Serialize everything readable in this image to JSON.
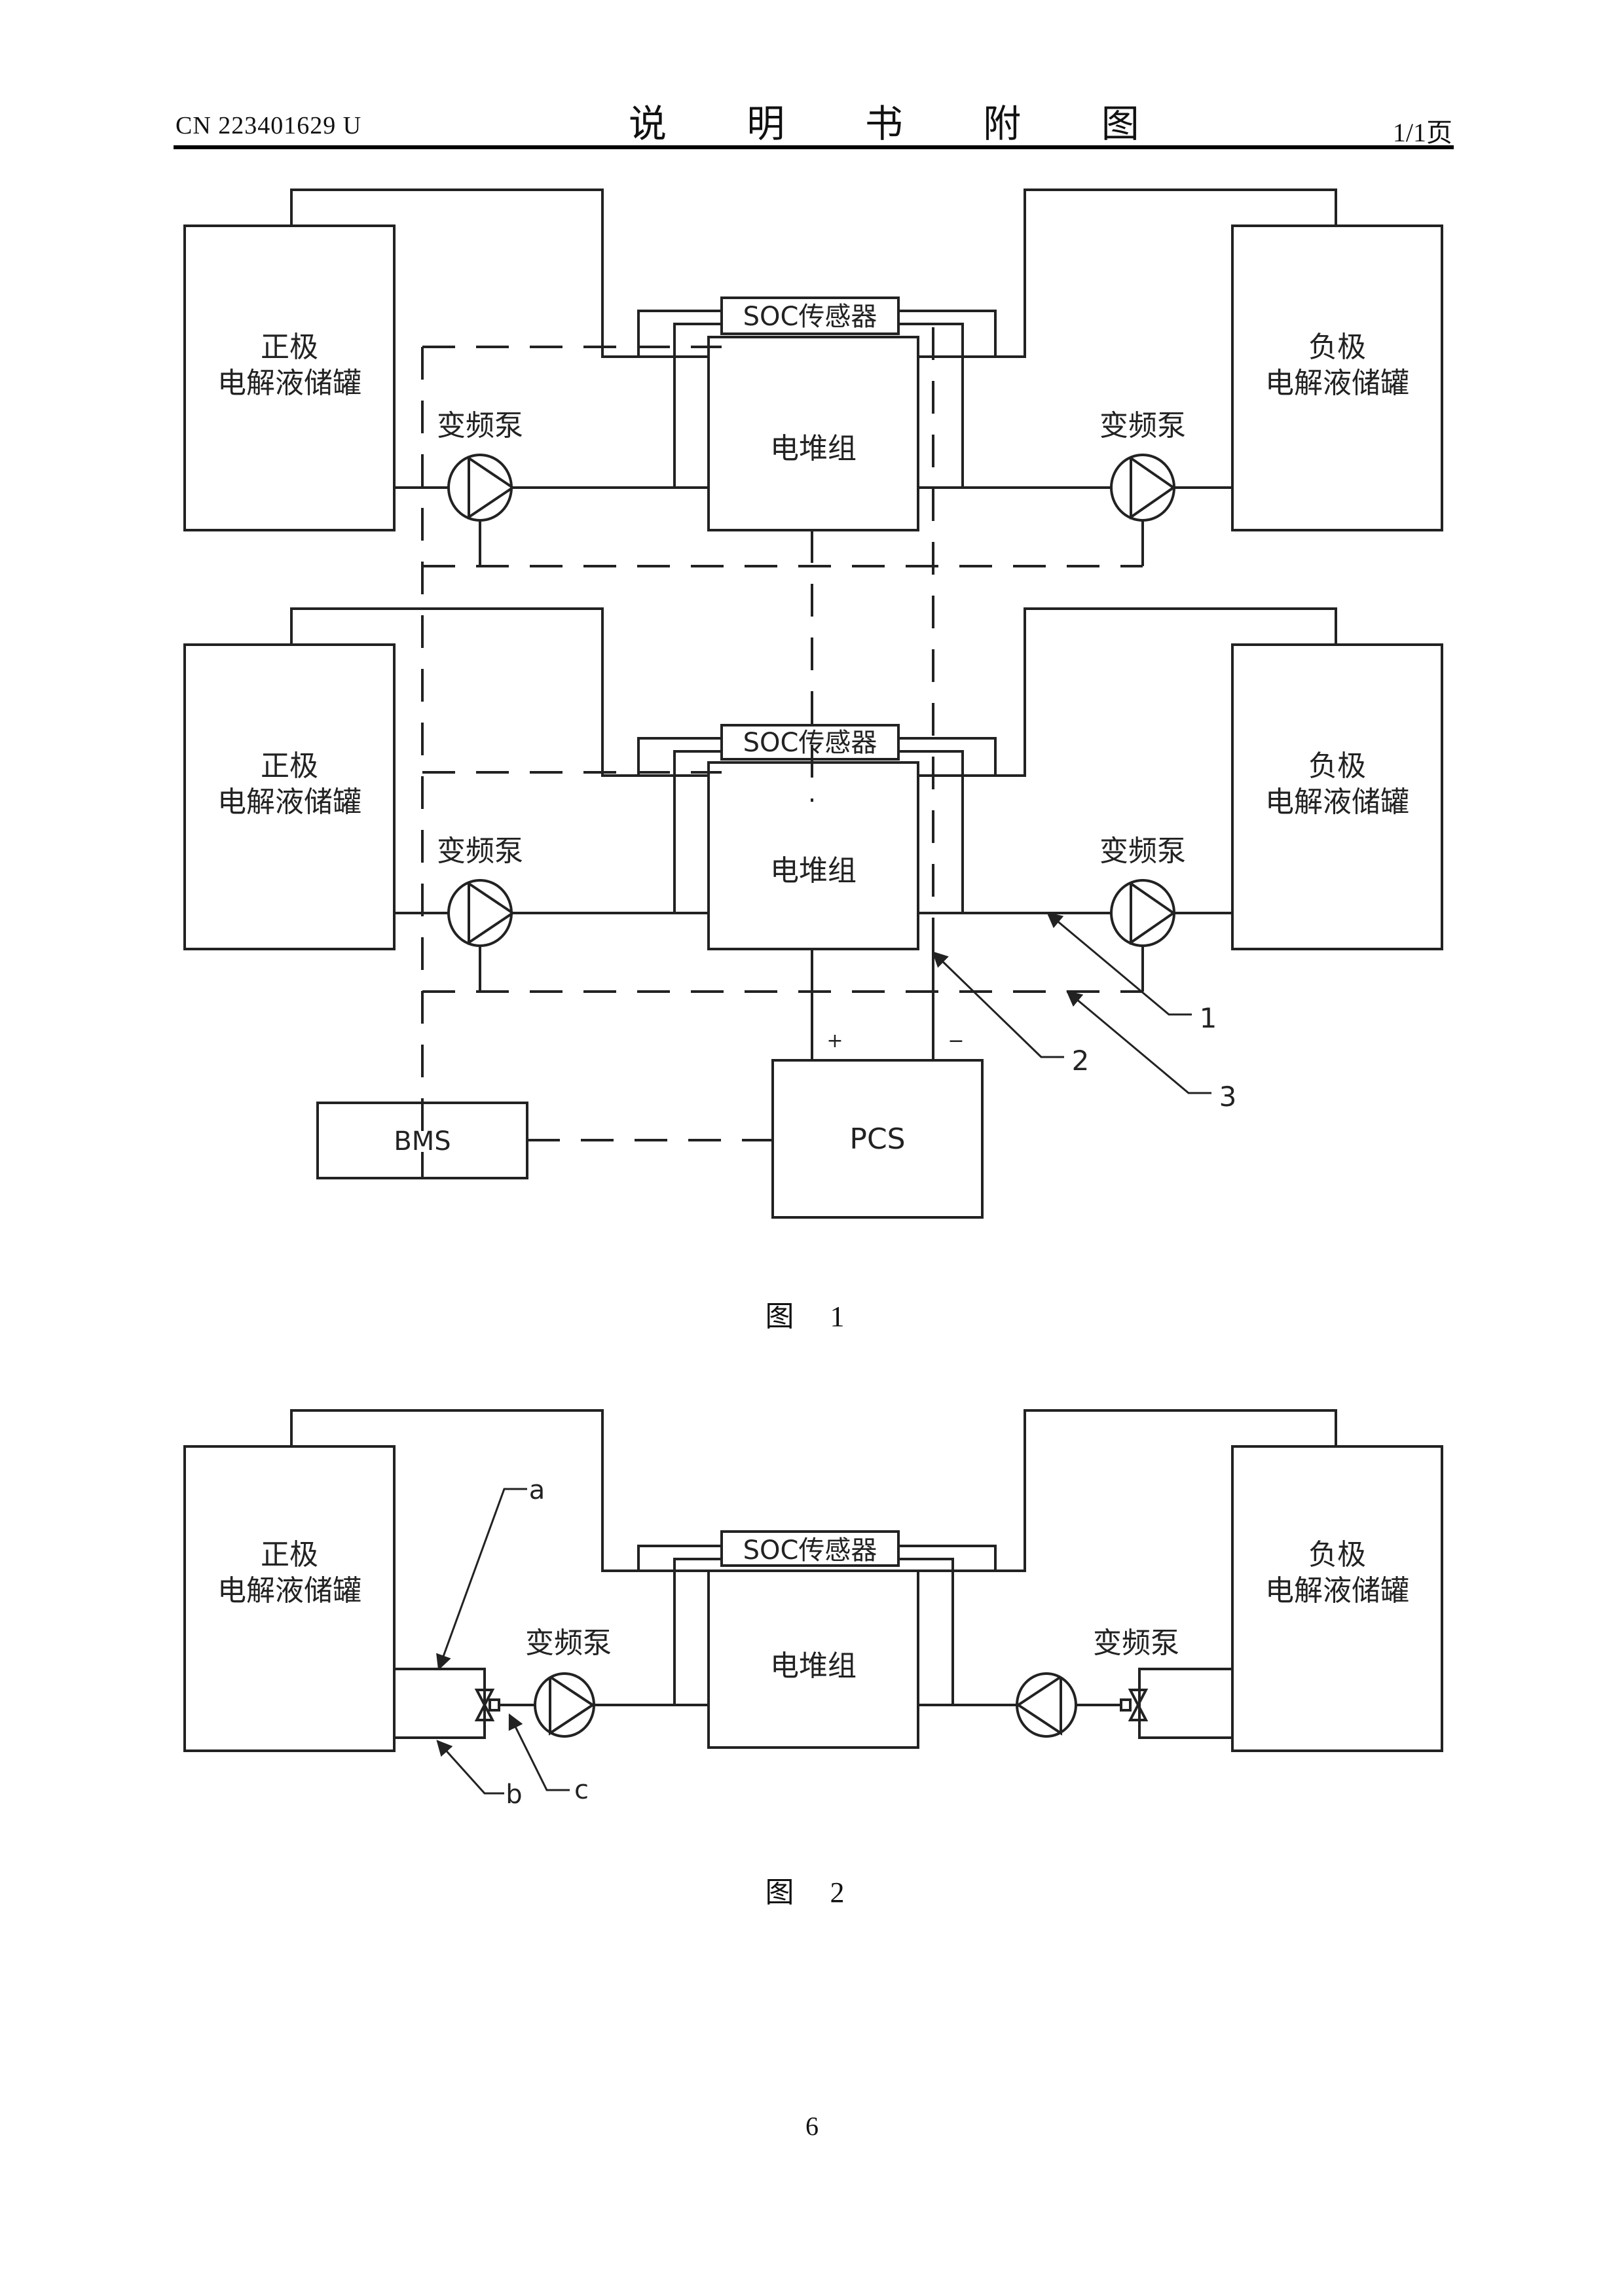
{
  "header": {
    "publication_number": "CN 223401629 U",
    "title": "说 明 书 附 图",
    "page_indicator": "1/1页"
  },
  "labels": {
    "positive_tank_line1": "正极",
    "positive_tank_line2": "电解液储罐",
    "negative_tank_line1": "负极",
    "negative_tank_line2": "电解液储罐",
    "pump": "变频泵",
    "stack": "电堆组",
    "soc_sensor": "SOC传感器",
    "bms": "BMS",
    "pcs": "PCS",
    "plus": "+",
    "minus": "−"
  },
  "figure1": {
    "caption": "图 1",
    "callouts": [
      "1",
      "2",
      "3"
    ]
  },
  "figure2": {
    "caption": "图 2",
    "callouts": [
      "a",
      "b",
      "c"
    ]
  },
  "footer": {
    "page_number": "6"
  }
}
